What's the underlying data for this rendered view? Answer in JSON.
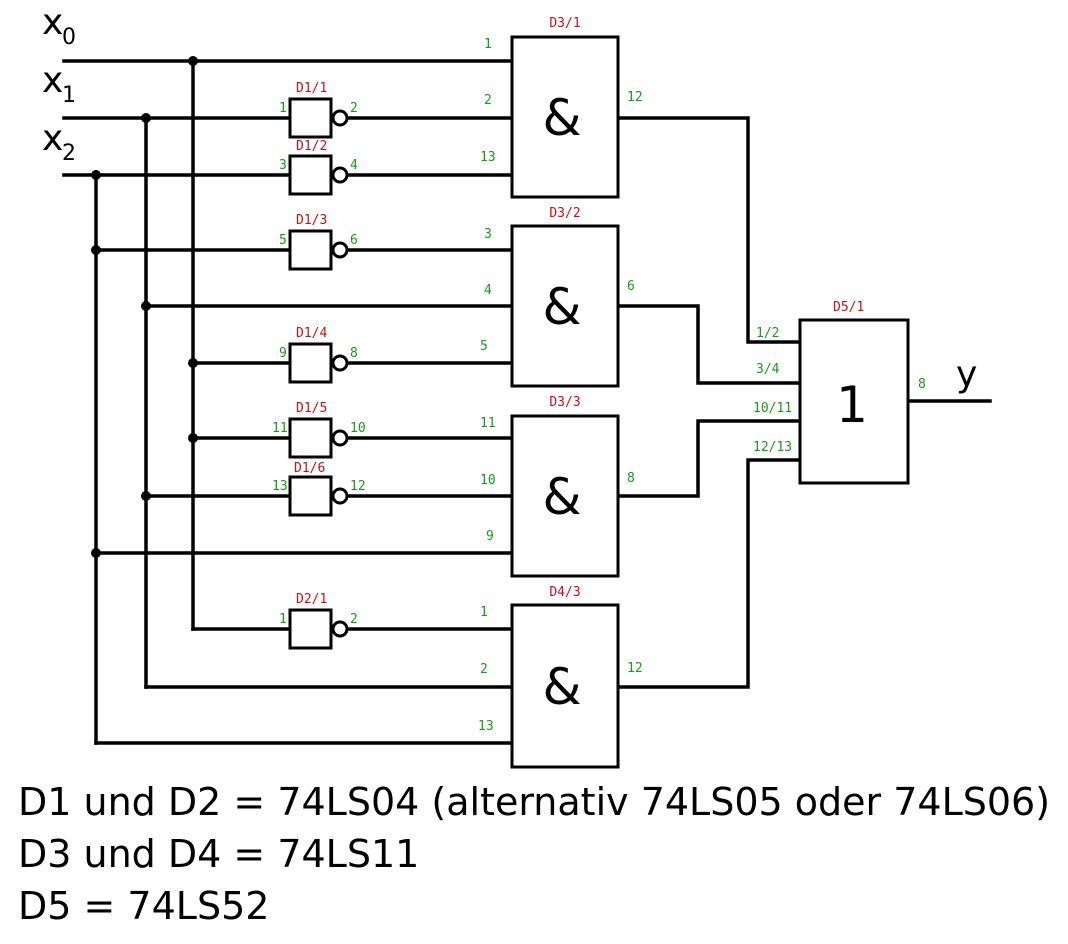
{
  "inputs": [
    "x",
    "x",
    "x"
  ],
  "input_subscripts": [
    "0",
    "1",
    "2"
  ],
  "output_label": "y",
  "inverters": [
    {
      "ref": "D1/1",
      "pin_in": "1",
      "pin_out": "2"
    },
    {
      "ref": "D1/2",
      "pin_in": "3",
      "pin_out": "4"
    },
    {
      "ref": "D1/3",
      "pin_in": "5",
      "pin_out": "6"
    },
    {
      "ref": "D1/4",
      "pin_in": "9",
      "pin_out": "8"
    },
    {
      "ref": "D1/5",
      "pin_in": "11",
      "pin_out": "10"
    },
    {
      "ref": "D1/6",
      "pin_in": "13",
      "pin_out": "12"
    },
    {
      "ref": "D2/1",
      "pin_in": "1",
      "pin_out": "2"
    }
  ],
  "and_gates": [
    {
      "ref": "D3/1",
      "symbol": "&",
      "pins_in": [
        "1",
        "2",
        "13"
      ],
      "pin_out": "12"
    },
    {
      "ref": "D3/2",
      "symbol": "&",
      "pins_in": [
        "3",
        "4",
        "5"
      ],
      "pin_out": "6"
    },
    {
      "ref": "D3/3",
      "symbol": "&",
      "pins_in": [
        "11",
        "10",
        "9"
      ],
      "pin_out": "8"
    },
    {
      "ref": "D4/3",
      "symbol": "&",
      "pins_in": [
        "1",
        "2",
        "13"
      ],
      "pin_out": "12"
    }
  ],
  "or_gate": {
    "ref": "D5/1",
    "symbol": "1",
    "pins_in": [
      "1/2",
      "3/4",
      "10/11",
      "12/13"
    ],
    "pin_out": "8"
  },
  "notes": [
    "D1 und D2 = 74LS04 (alternativ 74LS05 oder 74LS06)",
    "D3 und D4 = 74LS11",
    "D5 = 74LS52"
  ]
}
